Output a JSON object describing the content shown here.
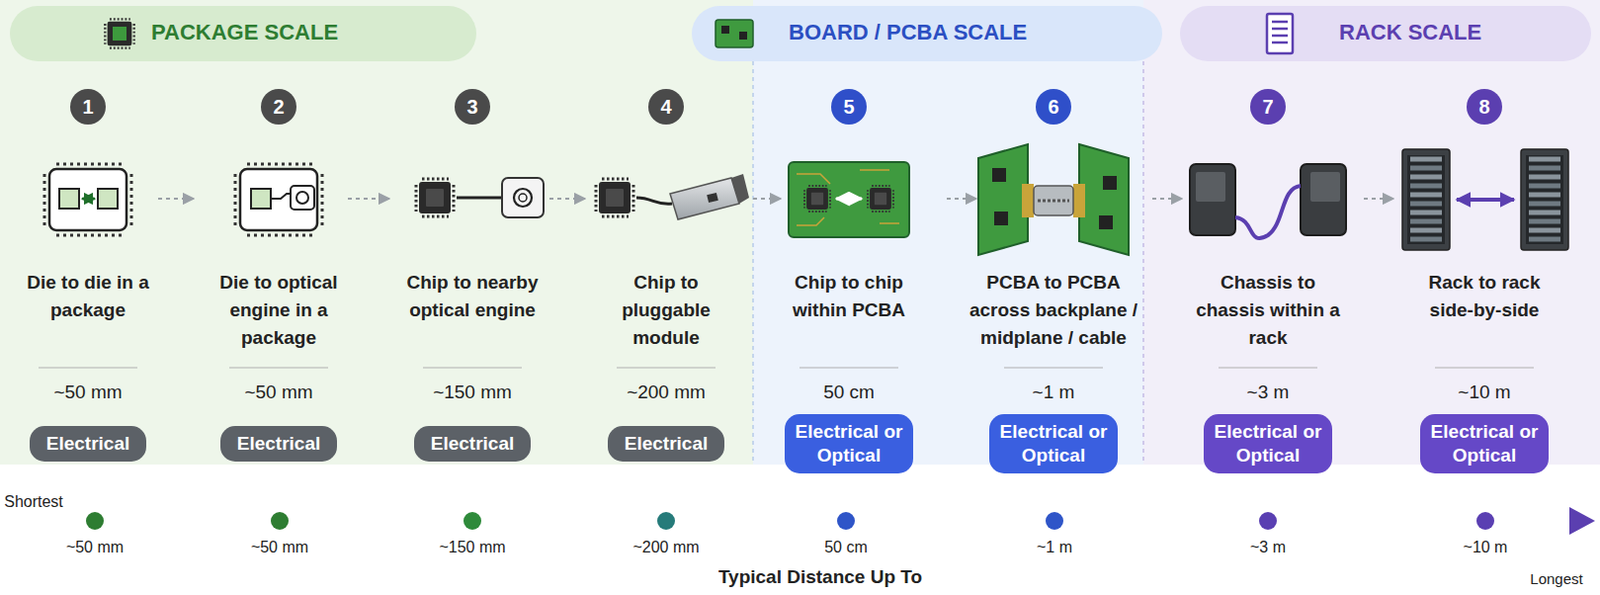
{
  "diagram": {
    "nodes": [
      {
        "text": [
          "PACKAGE SCALE"
        ]
      },
      {
        "text": [
          "1"
        ],
        "in": 0
      },
      {
        "text": [
          "Electrical"
        ],
        "in": 0
      },
      {
        "text": [
          "2"
        ],
        "in": 0
      },
      {
        "text": [
          "Electrical"
        ],
        "in": 0
      },
      {
        "text": [
          "3"
        ],
        "in": 0
      },
      {
        "text": [
          "Electrical"
        ],
        "in": 0
      },
      {
        "text": [
          "4"
        ],
        "in": 0
      },
      {
        "text": [
          "Electrical"
        ],
        "in": 0
      },
      {
        "text": [
          "BOARD / PCBA SCALE"
        ]
      },
      {
        "text": [
          "5"
        ],
        "in": 9
      },
      {
        "text": [
          "Electrical or Optical"
        ],
        "in": 9
      },
      {
        "text": [
          "6"
        ],
        "in": 9
      },
      {
        "text": [
          "Electrical or Optical"
        ],
        "in": 9
      },
      {
        "text": [
          "RACK SCALE"
        ]
      },
      {
        "text": [
          "7"
        ],
        "in": 14
      },
      {
        "text": [
          "Electrical or Optical"
        ],
        "in": 14
      },
      {
        "text": [
          "8"
        ],
        "in": 14
      },
      {
        "text": [
          "Electrical or Optical"
        ],
        "in": 14
      }
    ],
    "labels": [
      "Die to die in a package",
      "~50 mm",
      "Die to optical engine in a package",
      "~50 mm",
      "Chip to nearby optical engine",
      "~150 mm",
      "Chip to pluggable module",
      "~200 mm",
      "Chip to chip within PCBA",
      "50 cm",
      "PCBA to PCBA across backplane / midplane / cable",
      "~1 m",
      "Chassis to chassis within a rack",
      "~3 m",
      "Rack to rack side-by-side",
      "~10 m",
      "Shortest",
      "~50 mm",
      "~50 mm",
      "~150 mm",
      "~200 mm",
      "50 cm",
      "~1 m",
      "~3 m",
      "~10 m",
      "Typical Distance Up To",
      "Longest"
    ]
  }
}
